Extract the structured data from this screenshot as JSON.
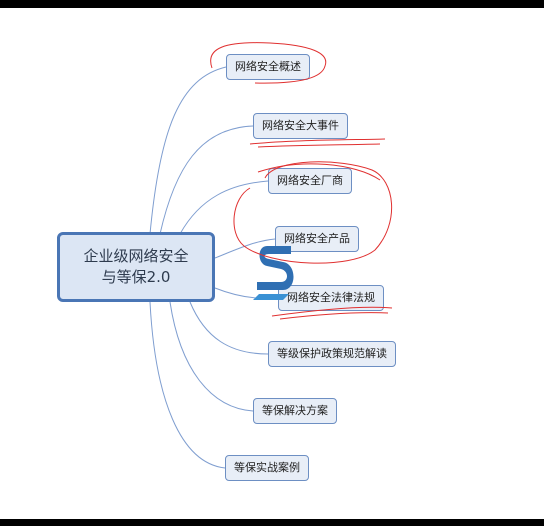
{
  "mindmap": {
    "center": {
      "line1": "企业级网络安全",
      "line2": "与等保2.0"
    },
    "branches": [
      "网络安全概述",
      "网络安全大事件",
      "网络安全厂商",
      "网络安全产品",
      "网络安全法律法规",
      "等级保护政策规范解读",
      "等保解决方案",
      "等保实战案例"
    ]
  },
  "colors": {
    "node_border": "#6d8fc3",
    "node_fill": "#e8eef7",
    "center_border": "#4a76b5",
    "center_fill": "#dce6f4",
    "connector": "#7f9ed0",
    "annotation": "#e03030"
  },
  "logo": {
    "icon": "s-shaped-logo-icon"
  }
}
